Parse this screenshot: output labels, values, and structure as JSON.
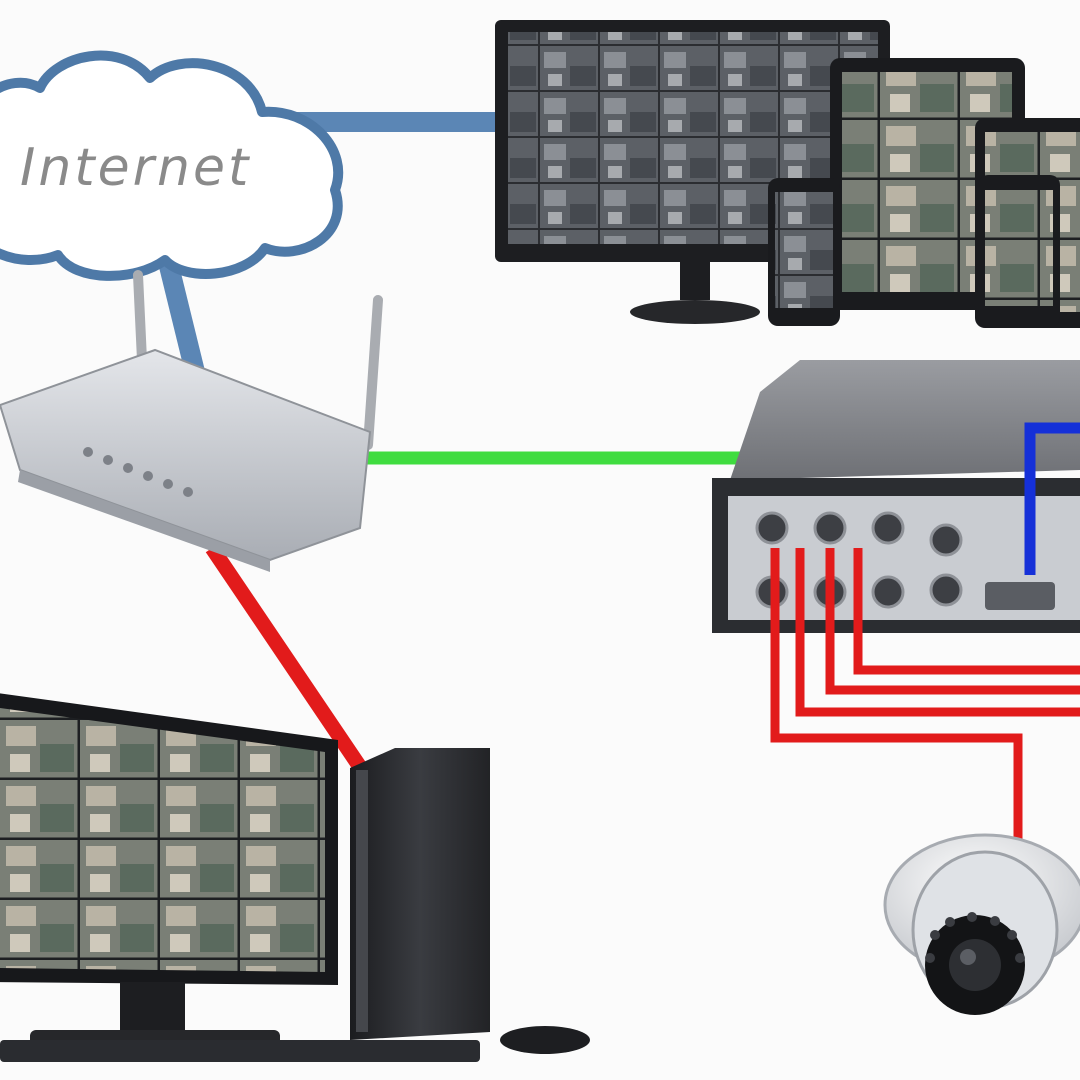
{
  "diagram": {
    "cloud": {
      "label": "Internet"
    },
    "colors": {
      "background": "#fbfbfb",
      "cloud_outline": "#4e79a7",
      "cloud_fill": "#ffffff",
      "link_internet": "#5b86b5",
      "link_router_dvr": "#3fdc3f",
      "link_router_pc": "#e21b1b",
      "link_dvr_camera": "#e21b1b",
      "link_dvr_vga": "#1530d8",
      "device_gray": "#b9bcc2",
      "device_dark": "#2a2c30"
    },
    "nodes": [
      {
        "id": "internet-cloud",
        "icon": "cloud-icon"
      },
      {
        "id": "router",
        "icon": "wifi-router-icon"
      },
      {
        "id": "remote-viewers",
        "icon": "monitor-tablet-phone-icon"
      },
      {
        "id": "dvr",
        "icon": "dvr-recorder-icon"
      },
      {
        "id": "local-pc",
        "icon": "desktop-computer-icon"
      },
      {
        "id": "dome-camera",
        "icon": "dome-camera-icon"
      }
    ],
    "links": [
      {
        "from": "internet-cloud",
        "to": "router",
        "kind": "internet"
      },
      {
        "from": "internet-cloud",
        "to": "remote-viewers",
        "kind": "internet"
      },
      {
        "from": "router",
        "to": "dvr",
        "kind": "ethernet-green"
      },
      {
        "from": "router",
        "to": "local-pc",
        "kind": "ethernet-red"
      },
      {
        "from": "dvr",
        "to": "dome-camera",
        "kind": "coax-red"
      },
      {
        "from": "dvr",
        "to": "offscreen",
        "kind": "vga-blue"
      }
    ]
  }
}
